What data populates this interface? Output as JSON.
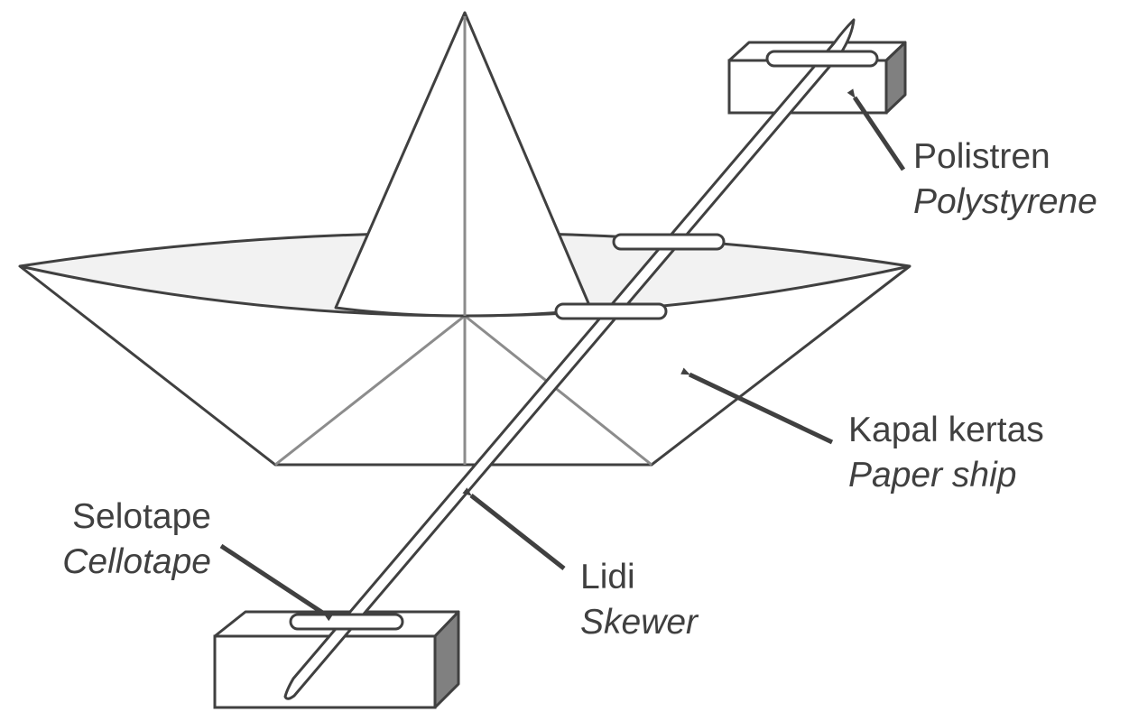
{
  "labels": {
    "polystyrene": {
      "ms": "Polistren",
      "en": "Polystyrene"
    },
    "paper_ship": {
      "ms": "Kapal kertas",
      "en": "Paper ship"
    },
    "skewer": {
      "ms": "Lidi",
      "en": "Skewer"
    },
    "cellotape": {
      "ms": "Selotape",
      "en": "Cellotape"
    }
  },
  "colors": {
    "outline": "#404040",
    "fold_line": "#8c8c8c",
    "inner_fill": "#f2f2f2",
    "block_side": "#808080",
    "label_text": "#404040"
  }
}
